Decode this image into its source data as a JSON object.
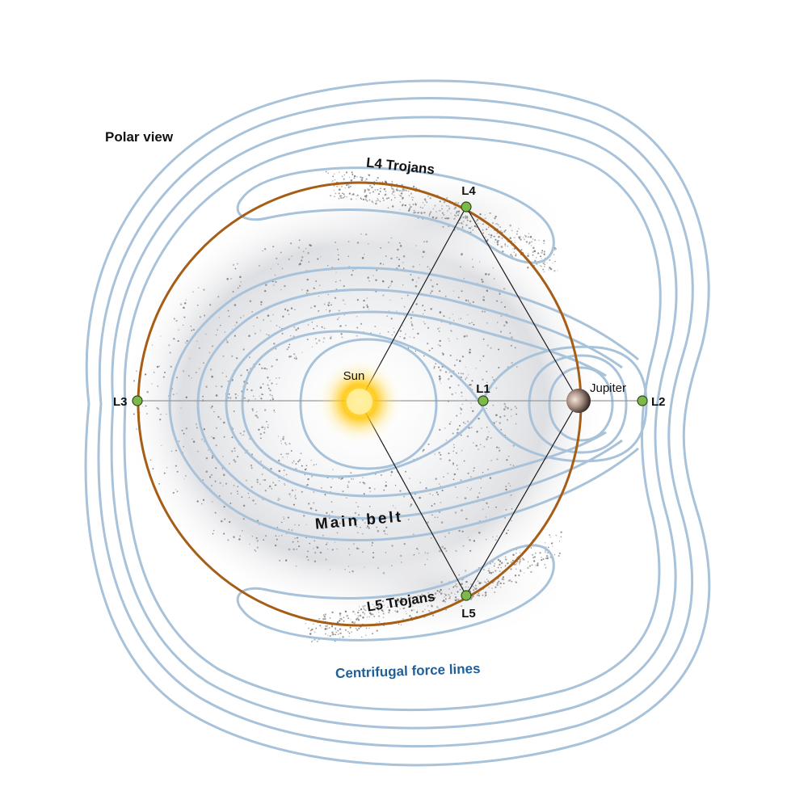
{
  "view_title": "Polar view",
  "bodies": {
    "sun": "Sun",
    "jupiter": "Jupiter"
  },
  "lagrange_points": {
    "l1": "L1",
    "l2": "L2",
    "l3": "L3",
    "l4": "L4",
    "l5": "L5"
  },
  "regions": {
    "l4_trojans": "L4 Trojans",
    "l5_trojans": "L5 Trojans",
    "main_belt": "Main belt"
  },
  "force_lines_label": "Centrifugal force lines",
  "colors": {
    "force_line": "#a8c2da",
    "orbit": "#a65d16",
    "lagrange_point": "#7db84a",
    "force_label": "#1f5f99",
    "asteroid": "#6a6a6a",
    "sun_core": "#ffd21f",
    "jupiter": "#6b5548"
  }
}
